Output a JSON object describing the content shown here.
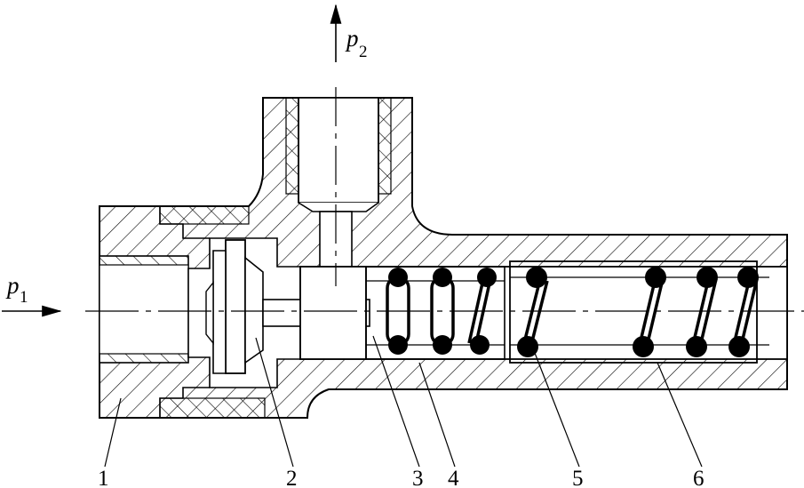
{
  "diagram": {
    "pressure_labels": {
      "inlet": {
        "symbol": "p",
        "subscript": "1"
      },
      "outlet": {
        "symbol": "p",
        "subscript": "2"
      }
    },
    "part_labels": [
      "1",
      "2",
      "3",
      "4",
      "5",
      "6"
    ],
    "colors": {
      "stroke": "#000000",
      "background": "#ffffff"
    }
  }
}
